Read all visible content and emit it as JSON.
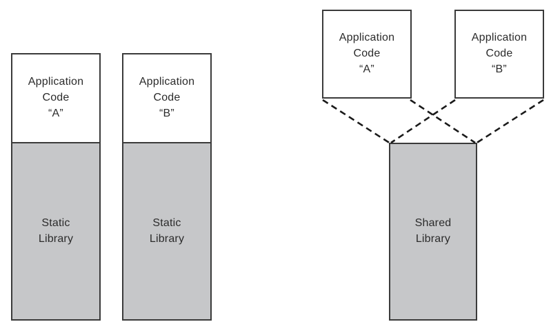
{
  "colors": {
    "background": "#ffffff",
    "box_border": "#3a3a3a",
    "library_fill": "#c6c7c9",
    "app_fill": "#ffffff",
    "text": "#2b2b2b",
    "dashed_line": "#1a1a1a"
  },
  "left_diagram": {
    "stacks": [
      {
        "app_code_label": "Application\nCode\n“A”",
        "library_label": "Static\nLibrary"
      },
      {
        "app_code_label": "Application\nCode\n“B”",
        "library_label": "Static\nLibrary"
      }
    ]
  },
  "right_diagram": {
    "app_boxes": [
      {
        "label": "Application\nCode\n“A”"
      },
      {
        "label": "Application\nCode\n“B”"
      }
    ],
    "shared_library_label": "Shared\nLibrary"
  }
}
